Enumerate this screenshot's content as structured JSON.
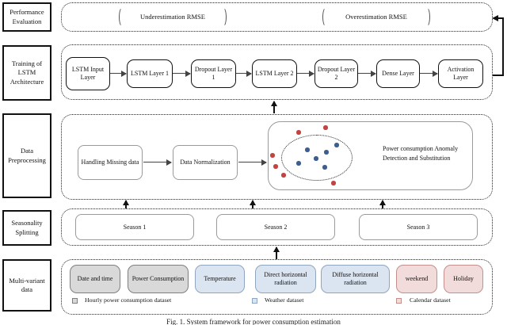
{
  "sections": {
    "evaluation": {
      "label": "Performance Evaluation",
      "underestimation": "Underestimation RMSE",
      "overestimation": "Overestimation RMSE"
    },
    "training": {
      "label": "Training of LSTM Architecture",
      "boxes": [
        "LSTM Input Layer",
        "LSTM Layer 1",
        "Dropout Layer 1",
        "LSTM Layer 2",
        "Dropout Layer 2",
        "Dense Layer",
        "Activation Layer"
      ]
    },
    "preprocessing": {
      "label": "Data Preprocessing",
      "missing": "Handling Missing data",
      "normalization": "Data Normalization",
      "anomaly_text": "Power consumption Anomaly Detection and Substitution"
    },
    "seasonality": {
      "label": "Seasonality Splitting",
      "seasons": [
        "Season 1",
        "Season 2",
        "Season 3"
      ]
    },
    "multivariant": {
      "label": "Multi-variant data",
      "features": [
        "Date and time",
        "Power Consumption",
        "Temperature",
        "Direct horizontal radiation",
        "Diffuse horizontal radiation",
        "weekend",
        "Holiday"
      ],
      "legend": [
        "Hourly power consumption dataset",
        "Weather dataset",
        "Calendar  dataset"
      ]
    }
  },
  "caption": "Fig. 1.  System framework for power consumption estimation",
  "colors": {
    "power_fill": "#d9d9d9",
    "power_border": "#7f7f7f",
    "weather_fill": "#dbe5f1",
    "weather_border": "#8fa5c0",
    "calendar_fill": "#f2dcdb",
    "calendar_border": "#c28f8d",
    "red_dot": "#c0443f",
    "blue_dot": "#3d5e8e"
  },
  "scatter": {
    "red": [
      [
        377,
        167
      ],
      [
        411,
        161
      ],
      [
        344,
        196
      ],
      [
        348,
        210
      ],
      [
        358,
        221
      ],
      [
        421,
        231
      ]
    ],
    "blue": [
      [
        388,
        189
      ],
      [
        412,
        192
      ],
      [
        425,
        183
      ],
      [
        377,
        206
      ],
      [
        399,
        200
      ],
      [
        410,
        211
      ]
    ]
  }
}
